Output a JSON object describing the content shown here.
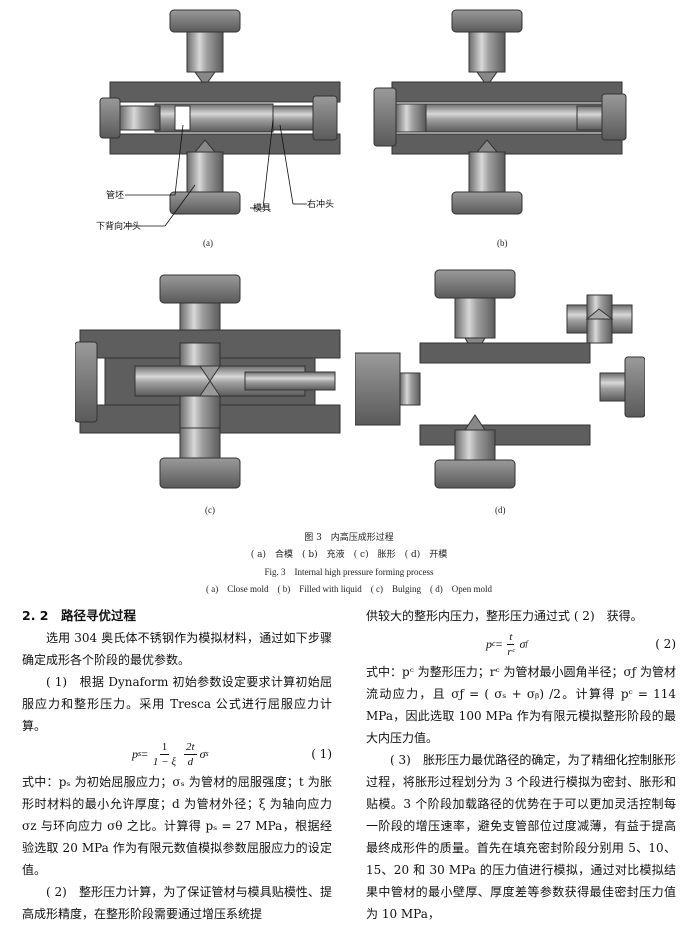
{
  "figure": {
    "sub_labels": [
      "(a)",
      "(b)",
      "(c)",
      "(d)"
    ],
    "callouts": {
      "tube_blank": "管坯",
      "die": "模具",
      "right_punch": "右冲头",
      "lower_punch": "下背向冲头"
    },
    "colors": {
      "dark": "#5e5e5e",
      "mid": "#8a8a8a",
      "light": "#c8c8c8",
      "highlight": "#e8e8e8",
      "outline": "#333333"
    }
  },
  "caption": {
    "cn_title": "图 3　内高压成形过程",
    "cn_sub": "( a)　合模　( b)　充液　( c)　胀形　( d)　开模",
    "en_title": "Fig. 3　Internal high pressure forming process",
    "en_sub": "( a)　Close mold　( b)　Filled with liquid　( c)　Bulging　( d)　Open mold"
  },
  "left_column": {
    "heading": "2. 2　路径寻优过程",
    "p1": "选用 304 奥氏体不锈钢作为模拟材料，通过如下步骤确定成形各个阶段的最优参数。",
    "p2": "( 1)　根据 Dynaform 初始参数设定要求计算初始屈服应力和整形压力。采用 Tresca 公式进行屈服应力计算。",
    "eq1": {
      "lhs": "p",
      "lhs_sub": "s",
      "eq": " = ",
      "frac1_num": "1",
      "frac1_den": "1 − ξ",
      "frac2_num": "2t",
      "frac2_den": "d",
      "rhs": "σ",
      "rhs_sub": "s",
      "number": "( 1)"
    },
    "p3": "式中：pₛ 为初始屈服应力；σₛ 为管材的屈服强度；t 为胀形时材料的最小允许厚度；d 为管材外径；ξ 为轴向应力 σz 与环向应力 σθ 之比。计算得 pₛ = 27 MPa，根据经验选取 20 MPa 作为有限元数值模拟参数屈服应力的设定值。",
    "p4": "( 2)　整形压力计算，为了保证管材与模具贴模性、提高成形精度，在整形阶段需要通过增压系统提"
  },
  "right_column": {
    "p1": "供较大的整形内压力，整形压力通过式 ( 2)　获得。",
    "eq2": {
      "lhs": "p",
      "lhs_sub": "c",
      "eq": " = ",
      "frac_num": "t",
      "frac_den": "rᶜ",
      "rhs": "σ",
      "rhs_sub": "f",
      "number": "( 2)"
    },
    "p2": "式中：pᶜ 为整形压力；rᶜ 为管材最小圆角半径；σƒ 为管材流动应力，且 σƒ = ( σₛ + σᵦ) /2。计算得 pᶜ = 114 MPa，因此选取 100 MPa 作为有限元模拟整形阶段的最大内压力值。",
    "p3": "( 3)　胀形压力最优路径的确定，为了精细化控制胀形过程，将胀形过程划分为 3 个段进行模拟为密封、胀形和贴模。3 个阶段加载路径的优势在于可以更加灵活控制每一阶段的增压速率，避免支管部位过度减薄，有益于提高最终成形件的质量。首先在填充密封阶段分别用 5、10、15、20 和 30 MPa 的压力值进行模拟，通过对比模拟结果中管材的最小壁厚、厚度差等参数获得最佳密封压力值为 10 MPa，"
  }
}
